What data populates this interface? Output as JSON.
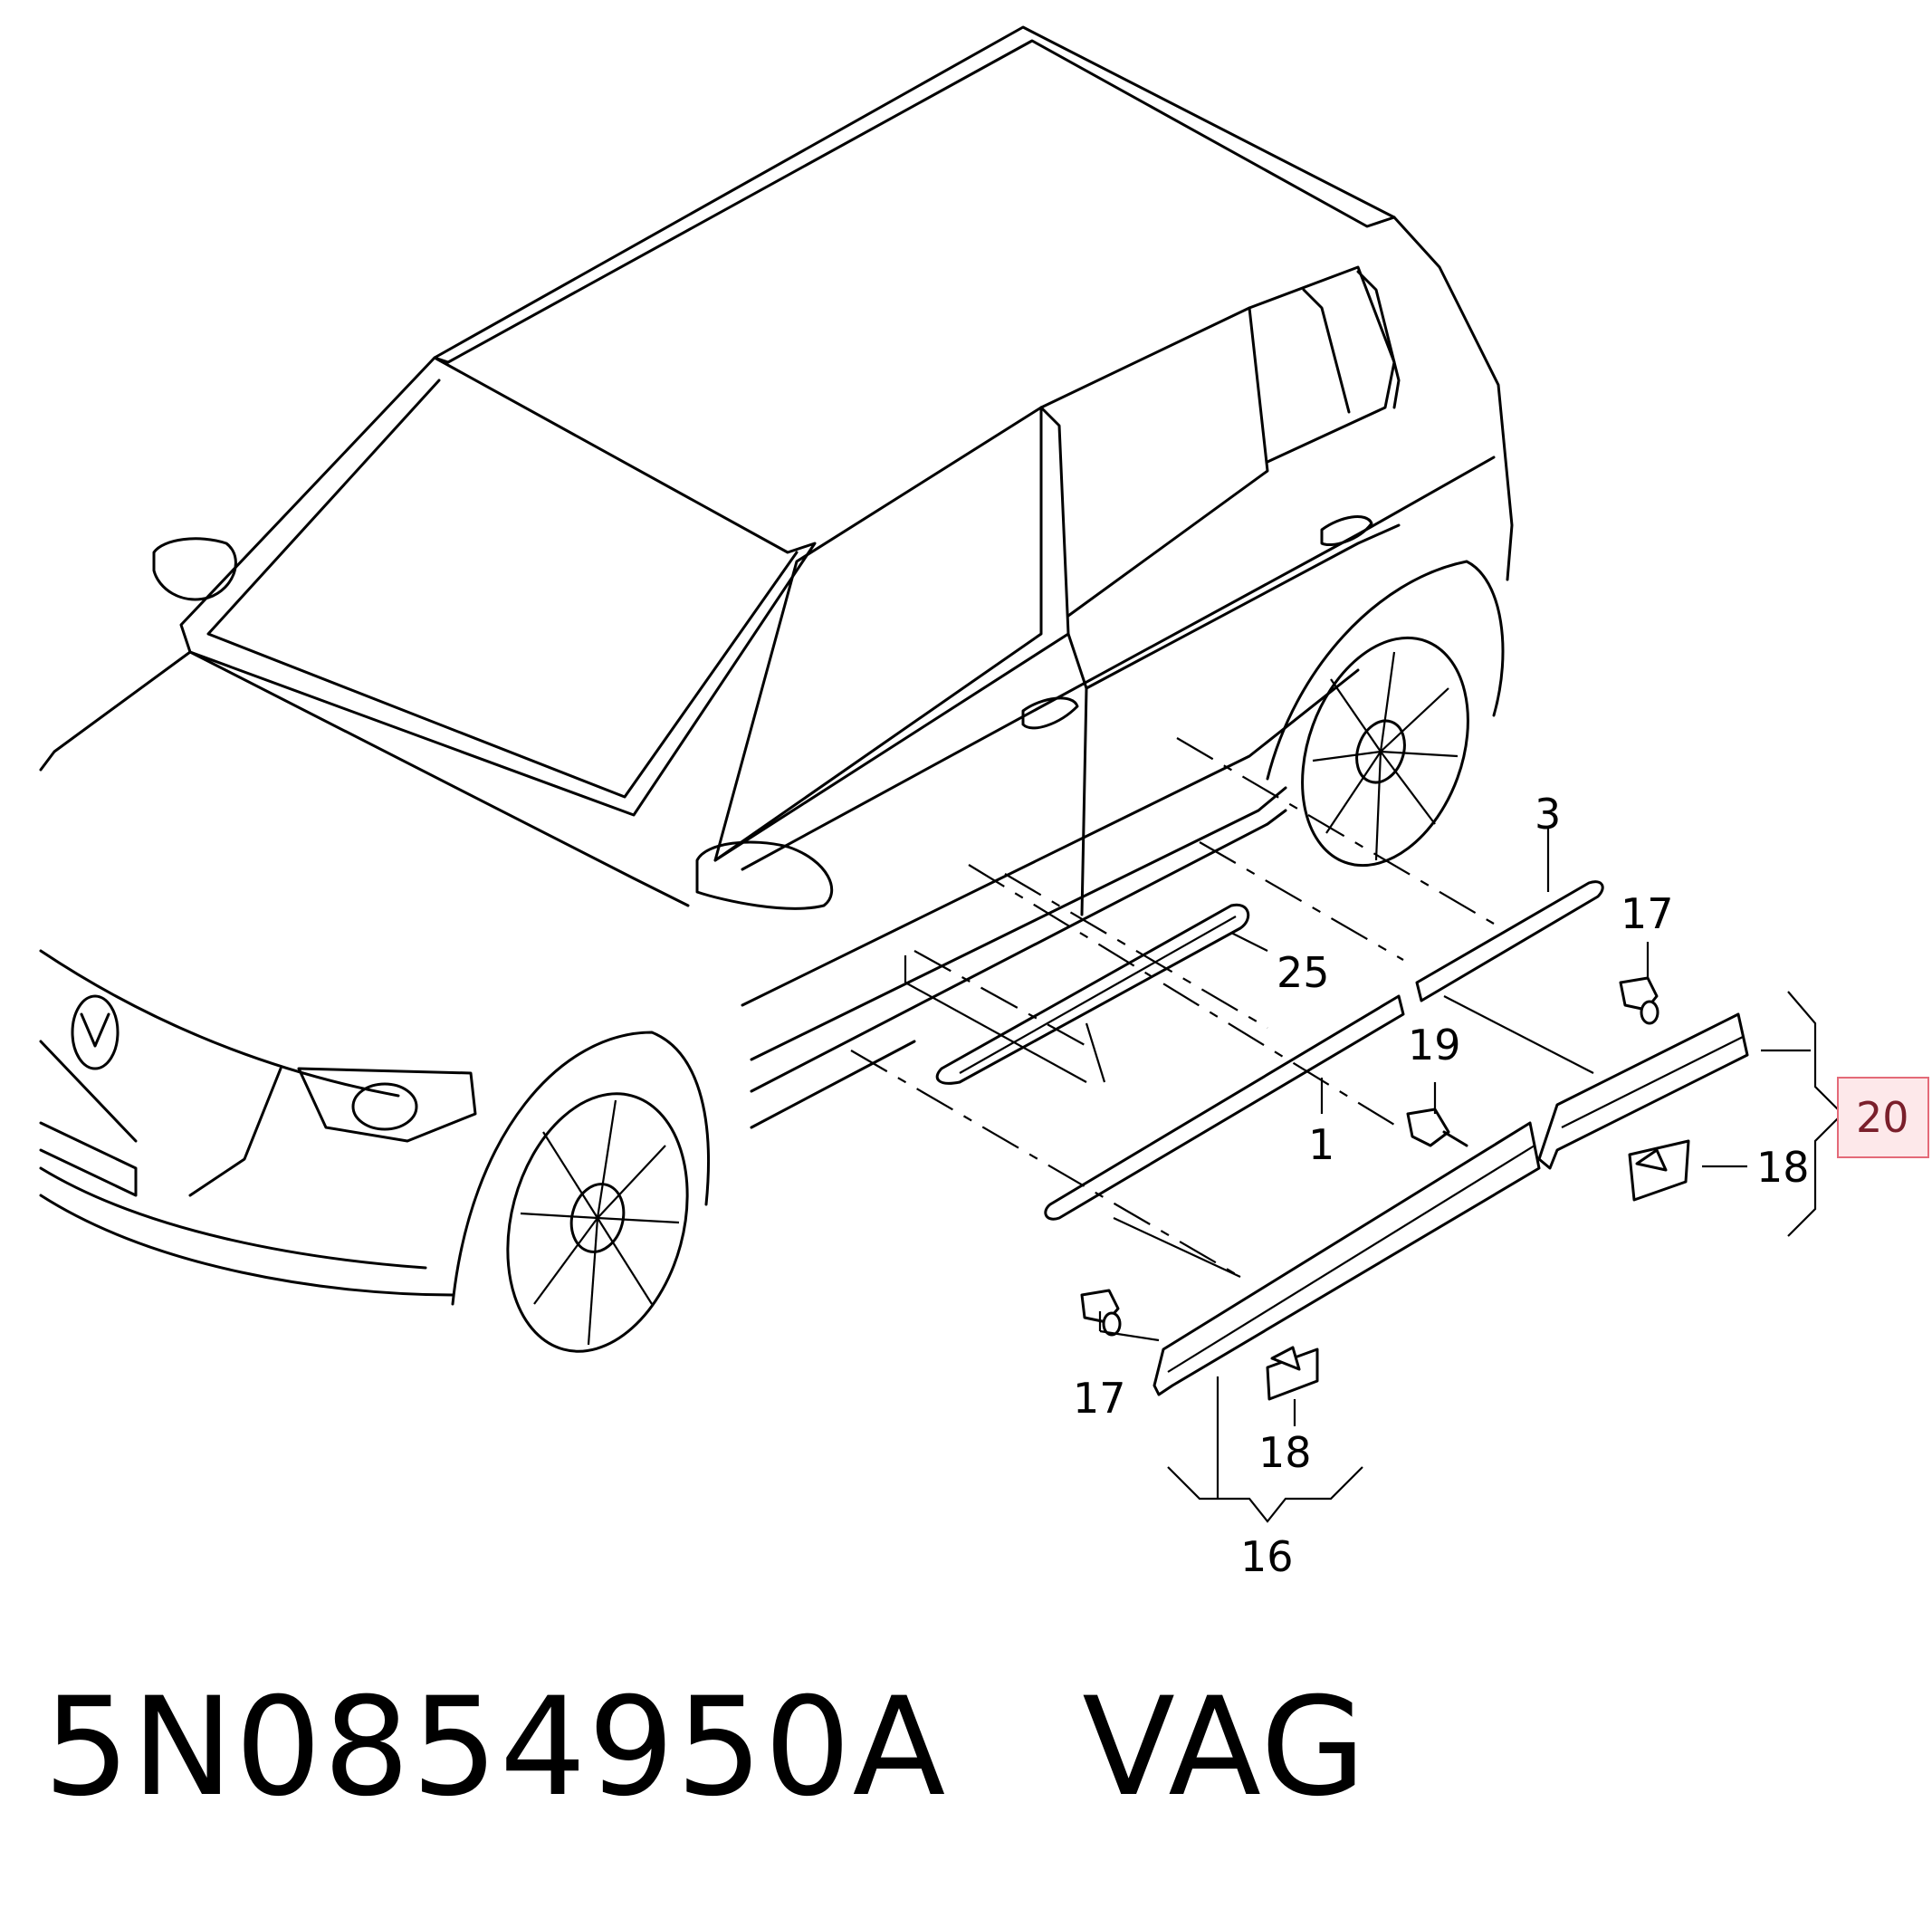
{
  "diagram": {
    "callouts": {
      "c1": "1",
      "c3": "3",
      "c16": "16",
      "c17_top": "17",
      "c17_bottom": "17",
      "c18_right": "18",
      "c18_bottom": "18",
      "c19": "19",
      "c20": "20",
      "c25": "25"
    },
    "highlight_color": "#e46a78"
  },
  "caption": {
    "part_number": "5N0854950A",
    "brand": "VAG"
  }
}
